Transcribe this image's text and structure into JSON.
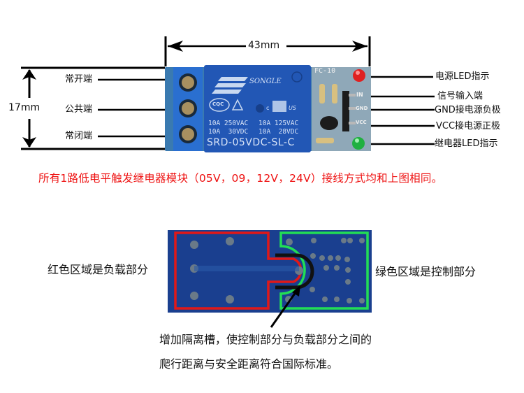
{
  "top_diagram": {
    "width_dimension": "43mm",
    "height_dimension": "17mm",
    "left_labels": [
      "常开端",
      "公共端",
      "常闭端"
    ],
    "right_labels": [
      "电源LED指示",
      "信号输入端",
      "GND接电源负极",
      "VCC接电源正极",
      "继电器LED指示"
    ],
    "relay": {
      "brand": "SONGLE",
      "rating_line1_left": "10A 250VAC",
      "rating_line1_right": "10A 125VAC",
      "rating_line2_left": "10A  30VDC",
      "rating_line2_right": "10A  28VDC",
      "model": "SRD-05VDC-SL-C",
      "cqc_mark": "CQC",
      "ul_mark_prefix": "c",
      "ul_mark_suffix": "US"
    },
    "board": {
      "silkscreen_id": "FC-10",
      "pins": [
        "IN",
        "GND",
        "VCC"
      ]
    }
  },
  "note_red": "所有1路低电平触发继电器模块（05V，09，12V，24V）接线方式均和上图相同。",
  "bottom_diagram": {
    "left_label": "红色区域是负载部分",
    "right_label": "绿色区域是控制部分",
    "caption_line1": "增加隔离槽，使控制部分与负载部分之间的",
    "caption_line2": "爬行距离与安全距离符合国际标准。"
  },
  "colors": {
    "pcb_blue": "#1a3f8f",
    "relay_blue": "#2257b5",
    "terminal_blue": "#2a6fd0",
    "load_outline": "#e01818",
    "control_outline": "#22dd55",
    "note_red": "#ee1111"
  }
}
